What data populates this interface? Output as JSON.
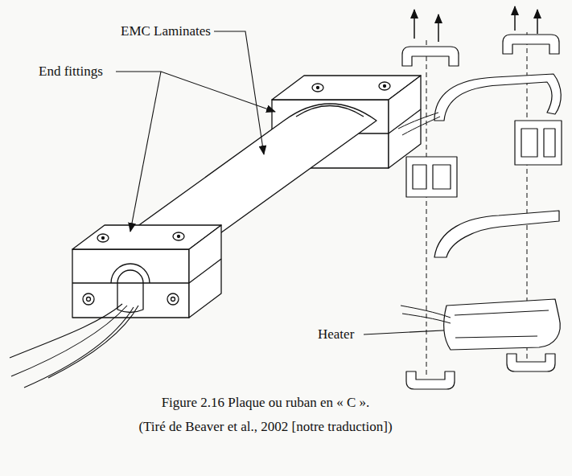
{
  "diagram": {
    "caption": "Figure 2.16 Plaque ou ruban en « C ».",
    "labels": [
      "EMC Laminates",
      "End fittings",
      "Heater",
      "(Tiré de Beaver et al., 2002 [notre traduction])"
    ]
  }
}
